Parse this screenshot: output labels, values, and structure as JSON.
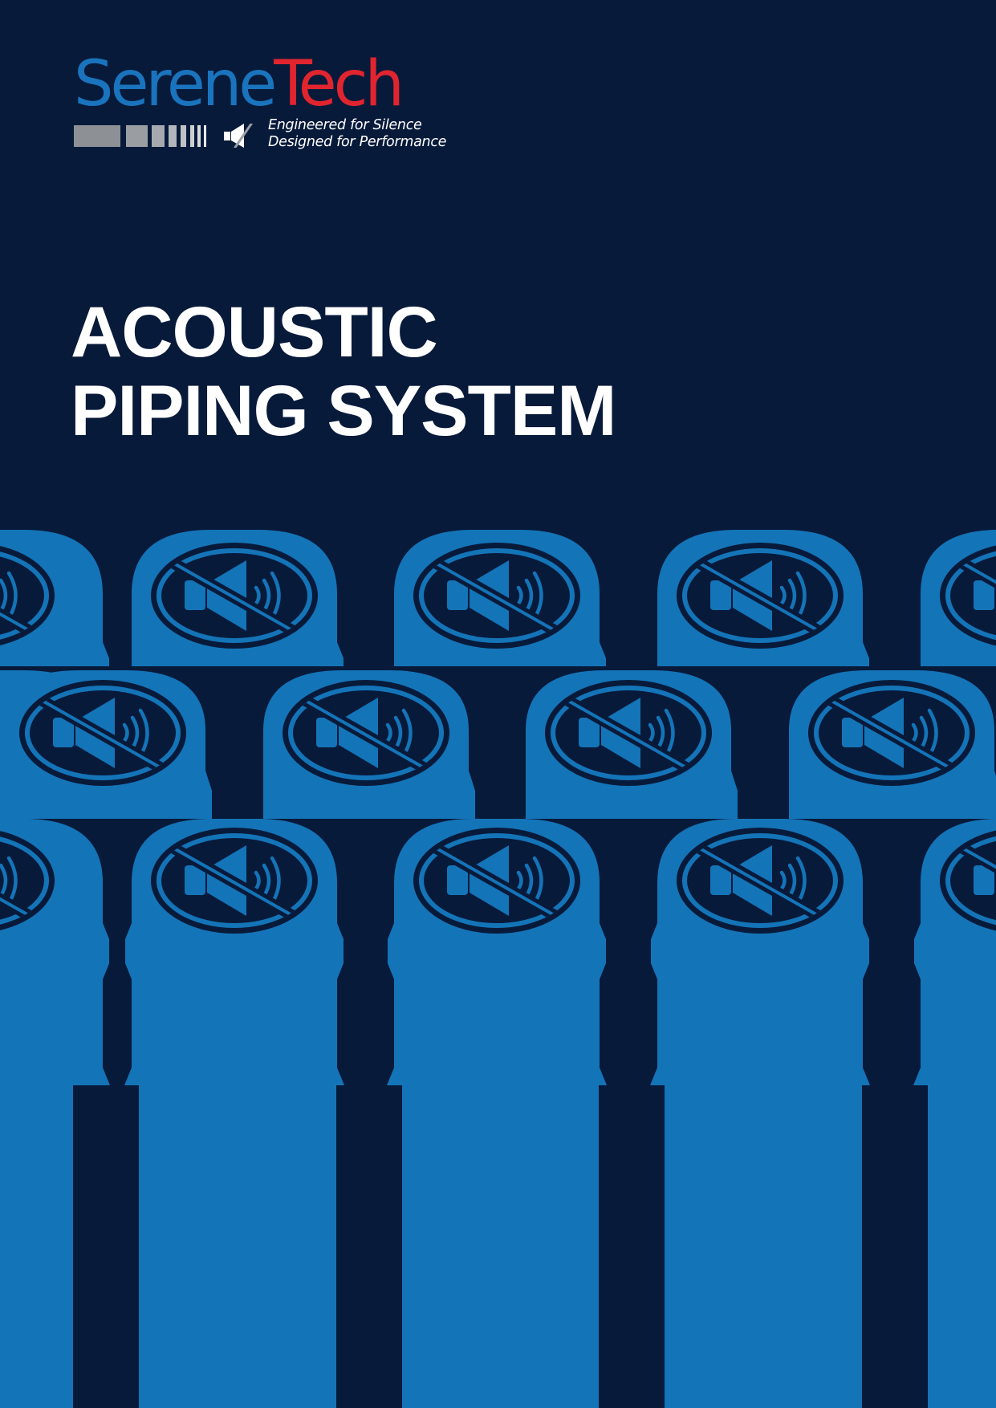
{
  "brand": {
    "name_part1": "Serene",
    "name_part2": "Tech",
    "tagline_line1": "Engineered for Silence",
    "tagline_line2": "Designed for Performance",
    "colors": {
      "blue": "#1a74bd",
      "red": "#e1252f",
      "bars": "#8d9196"
    }
  },
  "title": {
    "line1": "ACOUSTIC",
    "line2": "PIPING SYSTEM"
  },
  "illustration": {
    "icon": "mute-speaker-icon",
    "colors": {
      "background": "#081a3a",
      "pipe": "#1474b8"
    }
  }
}
